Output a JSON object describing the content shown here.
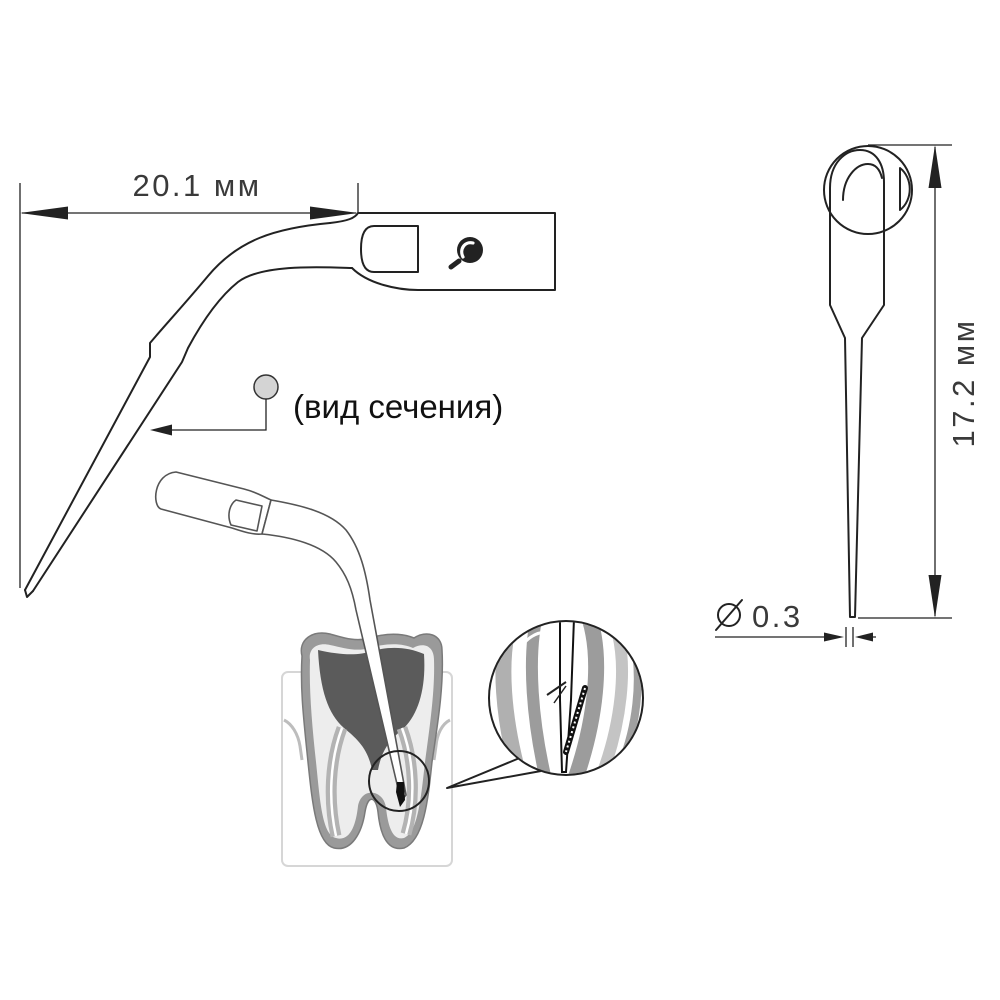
{
  "dimensions": {
    "length_label": "20.1 мм",
    "height_label": "17.2 мм",
    "diameter_label": "0.3"
  },
  "labels": {
    "section_view": "(вид сечения)"
  },
  "icons": {
    "logo": "logo-icon",
    "diameter_symbol": "diameter-symbol-icon",
    "section_marker": "section-marker-icon"
  },
  "colors": {
    "line": "#222222",
    "section_marker_fill": "#d4d4d4",
    "tooth": "#9a9a9a",
    "pulp": "#5b5b5b"
  }
}
